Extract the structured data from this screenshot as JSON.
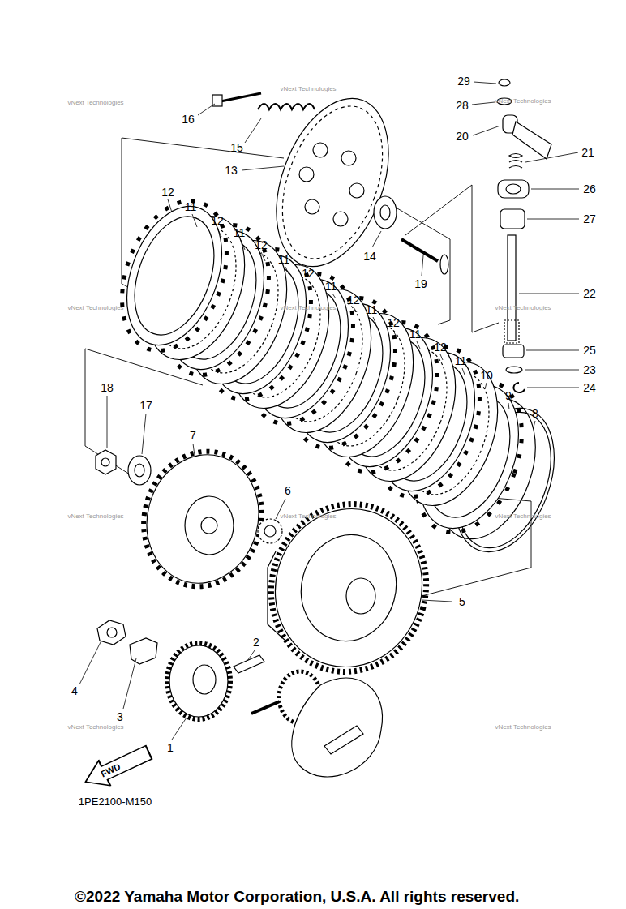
{
  "diagram": {
    "nodes": [
      {
        "text": [
          "FWD"
        ]
      }
    ],
    "labels": [
      "29",
      "28",
      "20",
      "21",
      "26",
      "27",
      "22",
      "25",
      "23",
      "24",
      "16",
      "15",
      "13",
      "14",
      "19",
      "12",
      "11",
      "12",
      "11",
      "12",
      "11",
      "12",
      "11",
      "12",
      "11",
      "12",
      "11",
      "12",
      "11",
      "10",
      "9",
      "8",
      "18",
      "17",
      "7",
      "6",
      "5",
      "2",
      "4",
      "3",
      "1",
      "1PE2100-M150",
      "©2022 Yamaha Motor Corporation, U.S.A. All rights reserved.",
      "vNext Technologies",
      "vNext Technologies",
      "vNext Technologies",
      "vNext Technologies",
      "vNext Technologies",
      "vNext Technologies",
      "vNext Technologies",
      "vNext Technologies",
      "vNext Technologies",
      "vNext Technologies",
      "vNext Technologies"
    ]
  }
}
